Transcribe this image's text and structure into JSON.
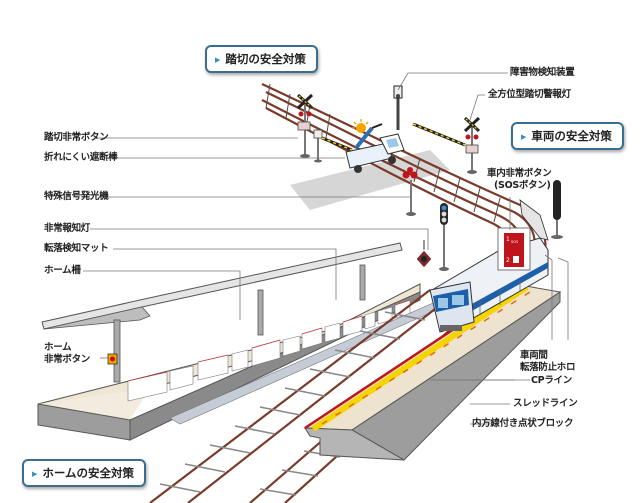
{
  "bubbles": {
    "crossing": "踏切の安全対策",
    "vehicle": "車両の安全対策",
    "platform": "ホームの安全対策"
  },
  "labels": {
    "obstacle_detector": "障害物検知装置",
    "omni_warning_light": "全方位型踏切警報灯",
    "crossing_emergency_button": "踏切非常ボタン",
    "unbreakable_barrier": "折れにくい遮断棒",
    "special_signal": "特殊信号発光機",
    "emergency_alarm_light": "非常報知灯",
    "fall_detection_mat": "転落検知マット",
    "platform_fence": "ホーム柵",
    "platform_emergency_button_1": "ホーム",
    "platform_emergency_button_2": "非常ボタン",
    "sos_button_1": "車内非常ボタン",
    "sos_button_2": "(SOSボタン)",
    "gap_guard_1": "車両間",
    "gap_guard_2": "転落防止ホロ",
    "cp_line": "CPライン",
    "sled_line": "スレッドライン",
    "tactile_block": "内方線付き点状ブロック"
  },
  "sos_panel": {
    "step1": "1",
    "step2": "2",
    "text": "SOS"
  },
  "colors": {
    "bubble_border": "#3a6e8f",
    "rail": "#7a3b2a",
    "cp_line": "#c0141c",
    "sled_line": "#f5d400",
    "platform_top": "#ede3cf",
    "train_blue": "#1d5fa8"
  }
}
